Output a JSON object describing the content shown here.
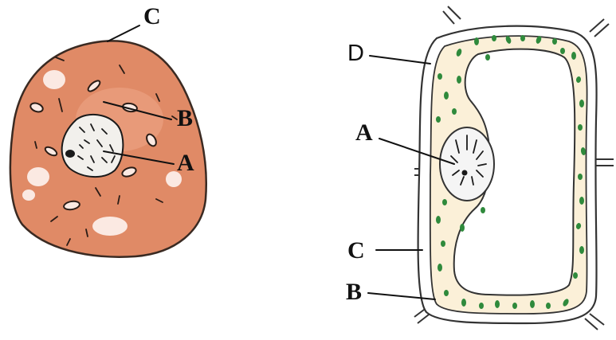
{
  "animal_cell": {
    "labels": {
      "c": "C",
      "b": "B",
      "a": "A"
    },
    "colors": {
      "cytoplasm": "#e08a66",
      "cytoplasm_light": "#eda586",
      "outline": "#3a2a22",
      "nucleus_fill": "#f2f0ec",
      "chromatin": "#1a1a1a",
      "vacuole": "#fbe9e2",
      "organelle": "#2a1c16"
    }
  },
  "plant_cell": {
    "labels": {
      "d": "D",
      "a": "A",
      "c": "C",
      "b": "B"
    },
    "colors": {
      "wall": "#ffffff",
      "wall_outline": "#333333",
      "cytoplasm": "#fbf0d8",
      "vacuole": "#ffffff",
      "chloroplast": "#2f8a3c",
      "nucleus_fill": "#f5f5f5",
      "chromatin": "#1a1a1a"
    }
  }
}
